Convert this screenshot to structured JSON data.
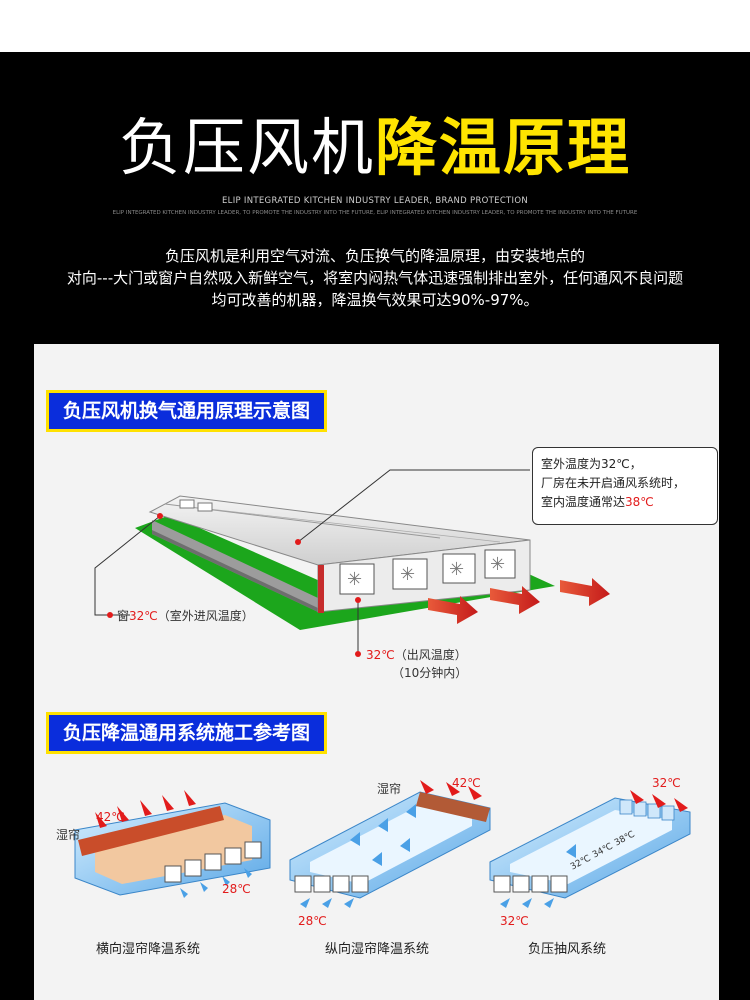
{
  "header": {
    "title_white": "负压风机",
    "title_yellow": "降温原理",
    "subtitle_en": "ELIP INTEGRATED KITCHEN INDUSTRY LEADER, BRAND PROTECTION",
    "subtitle_en_small": "ELIP INTEGRATED KITCHEN INDUSTRY LEADER, TO PROMOTE THE INDUSTRY INTO THE FUTURE, ELIP INTEGRATED KITCHEN INDUSTRY LEADER, TO PROMOTE THE INDUSTRY INTO THE FUTURE",
    "description": [
      "负压风机是利用空气对流、负压换气的降温原理，由安装地点的",
      "对向---大门或窗户自然吸入新鲜空气，将室内闷热气体迅速强制排出室外，任何通风不良问题",
      "均可改善的机器，降温换气效果可达90%-97%。"
    ]
  },
  "section1": {
    "label": "负压风机换气通用原理示意图",
    "callout": [
      "室外温度为32℃，",
      "厂房在未开启通风系统时，",
      "室内温度通常达"
    ],
    "callout_temp": "38℃",
    "window_prefix": "窗",
    "window_temp": "32℃",
    "window_suffix": "（室外进风温度）",
    "exhaust_temp": "32℃",
    "exhaust_suffix": "（出风温度）",
    "exhaust_time": "（10分钟内）"
  },
  "section2": {
    "label": "负压降温通用系统施工参考图",
    "systems": [
      {
        "caption": "横向湿帘降温系统",
        "curtain": "湿帘",
        "hot": "42℃",
        "cool": "28℃"
      },
      {
        "caption": "纵向湿帘降温系统",
        "curtain": "湿帘",
        "hot": "42℃",
        "cool": "28℃"
      },
      {
        "caption": "负压抽风系统",
        "hot": "32℃",
        "cool": "32℃",
        "inside": [
          "32℃",
          "34℃",
          "38℃"
        ]
      }
    ]
  },
  "colors": {
    "accent_yellow": "#ffe400",
    "label_blue": "#0a2ddc",
    "hot_red": "#e21b1b",
    "floor_green": "#1ca61c"
  }
}
